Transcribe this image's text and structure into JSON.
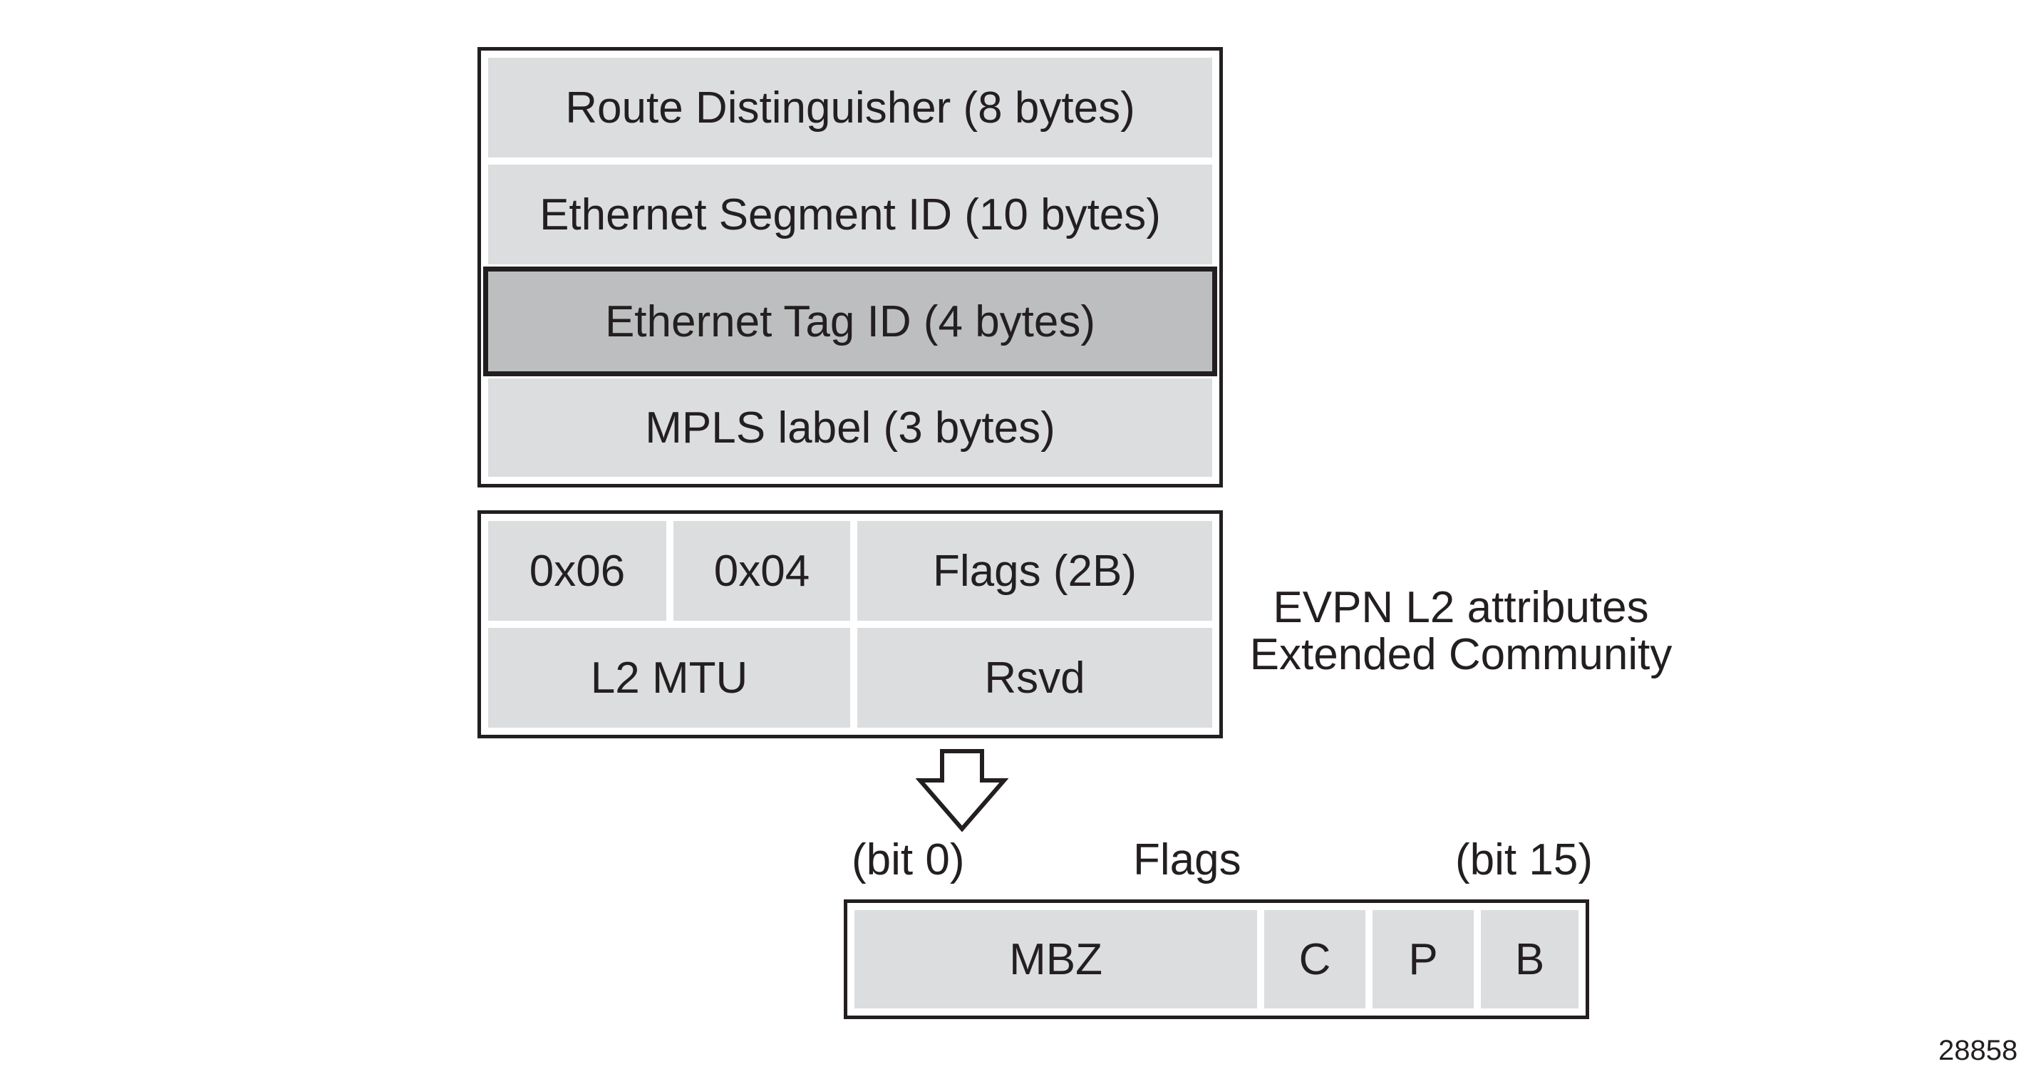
{
  "nlri": {
    "fields": [
      "Route Distinguisher (8 bytes)",
      "Ethernet Segment ID (10 bytes)",
      "Ethernet Tag ID (4 bytes)",
      "MPLS label (3 bytes)"
    ]
  },
  "ext_community": {
    "row1": [
      "0x06",
      "0x04",
      "Flags (2B)"
    ],
    "row2": [
      "L2 MTU",
      "Rsvd"
    ],
    "caption_line1": "EVPN L2 attributes",
    "caption_line2": "Extended Community"
  },
  "flags": {
    "bit_start": "(bit 0)",
    "title": "Flags",
    "bit_end": "(bit 15)",
    "fields": [
      "MBZ",
      "C",
      "P",
      "B"
    ]
  },
  "figure_number": "28858"
}
